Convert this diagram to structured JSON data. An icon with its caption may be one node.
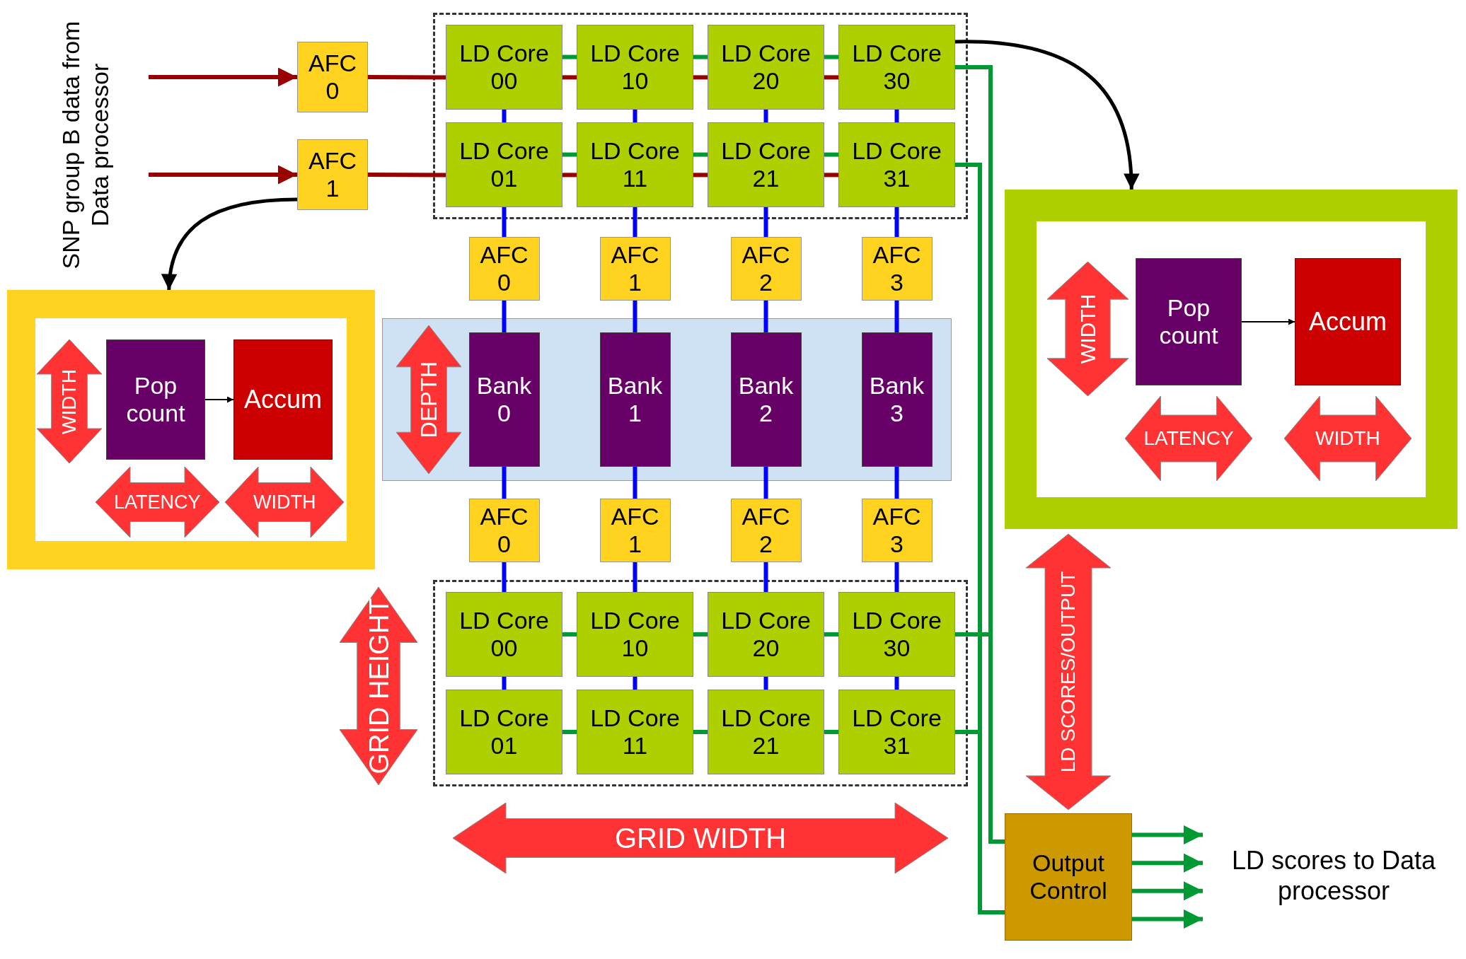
{
  "diagram": {
    "nodes": [
      {
        "text": [
          "AFC 0"
        ]
      },
      {
        "text": [
          "AFC 1"
        ]
      },
      {
        "text": [],
        "shape": "box"
      },
      {
        "text": [
          "LD Core 00"
        ],
        "in": 2
      },
      {
        "text": [
          "LD Core 10"
        ],
        "in": 2
      },
      {
        "text": [
          "LD Core 20"
        ],
        "in": 2
      },
      {
        "text": [
          "LD Core 30"
        ],
        "in": 2
      },
      {
        "text": [
          "LD Core 01"
        ],
        "in": 2
      },
      {
        "text": [
          "LD Core 11"
        ],
        "in": 2
      },
      {
        "text": [
          "LD Core 21"
        ],
        "in": 2
      },
      {
        "text": [
          "LD Core 31"
        ],
        "in": 2
      },
      {
        "text": [
          "AFC 0"
        ]
      },
      {
        "text": [
          "AFC 1"
        ]
      },
      {
        "text": [
          "AFC 2"
        ]
      },
      {
        "text": [
          "AFC 3"
        ]
      },
      {
        "text": [],
        "shape": "box"
      },
      {
        "text": [
          "Bank 0"
        ],
        "in": 15
      },
      {
        "text": [
          "Bank 1"
        ],
        "in": 15
      },
      {
        "text": [
          "Bank 2"
        ],
        "in": 15
      },
      {
        "text": [
          "Bank 3"
        ],
        "in": 15
      },
      {
        "text": [
          "AFC 0"
        ]
      },
      {
        "text": [
          "AFC 1"
        ]
      },
      {
        "text": [
          "AFC 2"
        ]
      },
      {
        "text": [
          "AFC 3"
        ]
      },
      {
        "text": [],
        "shape": "box"
      },
      {
        "text": [
          "LD Core 00"
        ],
        "in": 24
      },
      {
        "text": [
          "LD Core 10"
        ],
        "in": 24
      },
      {
        "text": [
          "LD Core 20"
        ],
        "in": 24
      },
      {
        "text": [
          "LD Core 30"
        ],
        "in": 24
      },
      {
        "text": [
          "LD Core 01"
        ],
        "in": 24
      },
      {
        "text": [
          "LD Core 11"
        ],
        "in": 24
      },
      {
        "text": [
          "LD Core 21"
        ],
        "in": 24
      },
      {
        "text": [
          "LD Core 31"
        ],
        "in": 24
      },
      {
        "text": [
          "Output Control"
        ]
      },
      {
        "text": [],
        "shape": "box"
      },
      {
        "text": [
          "Pop count"
        ],
        "in": 34
      },
      {
        "text": [
          "Accum"
        ],
        "in": 34
      },
      {
        "text": [],
        "shape": "box"
      },
      {
        "text": [
          "Pop count"
        ],
        "in": 37
      },
      {
        "text": [
          "Accum"
        ],
        "in": 37
      }
    ],
    "edges": [
      {
        "from": null,
        "to": 0,
        "arrow": "to",
        "color": "#990000"
      },
      {
        "from": null,
        "to": 1,
        "arrow": "to",
        "color": "#990000"
      },
      {
        "from": 0,
        "to": 3,
        "arrow": "none",
        "color": "#990000"
      },
      {
        "from": 1,
        "to": 7,
        "arrow": "none",
        "color": "#990000"
      },
      {
        "from": 3,
        "to": 4,
        "arrow": "none",
        "color": "#009933"
      },
      {
        "from": 3,
        "to": 4,
        "arrow": "none",
        "color": "#990000"
      },
      {
        "from": 4,
        "to": 5,
        "arrow": "none",
        "color": "#009933"
      },
      {
        "from": 4,
        "to": 5,
        "arrow": "none",
        "color": "#990000"
      },
      {
        "from": 5,
        "to": 6,
        "arrow": "none",
        "color": "#009933"
      },
      {
        "from": 5,
        "to": 6,
        "arrow": "none",
        "color": "#990000"
      },
      {
        "from": 7,
        "to": 8,
        "arrow": "none",
        "color": "#009933"
      },
      {
        "from": 7,
        "to": 8,
        "arrow": "none",
        "color": "#990000"
      },
      {
        "from": 8,
        "to": 9,
        "arrow": "none",
        "color": "#009933"
      },
      {
        "from": 8,
        "to": 9,
        "arrow": "none",
        "color": "#990000"
      },
      {
        "from": 9,
        "to": 10,
        "arrow": "none",
        "color": "#009933"
      },
      {
        "from": 9,
        "to": 10,
        "arrow": "none",
        "color": "#990000"
      },
      {
        "from": 3,
        "to": 7,
        "arrow": "none"
      },
      {
        "from": 4,
        "to": 8,
        "arrow": "none"
      },
      {
        "from": 5,
        "to": 9,
        "arrow": "none"
      },
      {
        "from": 6,
        "to": 10,
        "arrow": "none"
      },
      {
        "from": 7,
        "to": 11,
        "arrow": "none"
      },
      {
        "from": 8,
        "to": 12,
        "arrow": "none"
      },
      {
        "from": 9,
        "to": 13,
        "arrow": "none"
      },
      {
        "from": 10,
        "to": 14,
        "arrow": "none"
      },
      {
        "from": 11,
        "to": 16,
        "arrow": "none"
      },
      {
        "from": 12,
        "to": 17,
        "arrow": "none"
      },
      {
        "from": 13,
        "to": 18,
        "arrow": "none"
      },
      {
        "from": 14,
        "to": 19,
        "arrow": "none"
      },
      {
        "from": 16,
        "to": 20,
        "arrow": "none"
      },
      {
        "from": 17,
        "to": 21,
        "arrow": "none"
      },
      {
        "from": 18,
        "to": 22,
        "arrow": "none"
      },
      {
        "from": 19,
        "to": 23,
        "arrow": "none"
      },
      {
        "from": 20,
        "to": 25,
        "arrow": "none"
      },
      {
        "from": 21,
        "to": 26,
        "arrow": "none"
      },
      {
        "from": 22,
        "to": 27,
        "arrow": "none"
      },
      {
        "from": 23,
        "to": 28,
        "arrow": "none"
      },
      {
        "from": 25,
        "to": 29,
        "arrow": "none"
      },
      {
        "from": 26,
        "to": 30,
        "arrow": "none"
      },
      {
        "from": 27,
        "to": 31,
        "arrow": "none"
      },
      {
        "from": 28,
        "to": 32,
        "arrow": "none"
      },
      {
        "from": 25,
        "to": 26,
        "arrow": "none",
        "color": "#009933"
      },
      {
        "from": 26,
        "to": 27,
        "arrow": "none",
        "color": "#009933"
      },
      {
        "from": 27,
        "to": 28,
        "arrow": "none",
        "color": "#009933"
      },
      {
        "from": 29,
        "to": 30,
        "arrow": "none",
        "color": "#009933"
      },
      {
        "from": 30,
        "to": 31,
        "arrow": "none",
        "color": "#009933"
      },
      {
        "from": 31,
        "to": 32,
        "arrow": "none",
        "color": "#009933"
      },
      {
        "from": 6,
        "to": 33,
        "arrow": "none",
        "color": "#009933"
      },
      {
        "from": 10,
        "to": 33,
        "arrow": "none",
        "color": "#009933"
      },
      {
        "from": 28,
        "to": 33,
        "arrow": "none",
        "color": "#009933"
      },
      {
        "from": 32,
        "to": 33,
        "arrow": "none",
        "color": "#009933"
      },
      {
        "from": 33,
        "to": null,
        "arrow": "to",
        "color": "#009933"
      },
      {
        "from": 33,
        "to": null,
        "arrow": "to",
        "color": "#009933"
      },
      {
        "from": 33,
        "to": null,
        "arrow": "to",
        "color": "#009933"
      },
      {
        "from": 33,
        "to": null,
        "arrow": "to",
        "color": "#009933"
      },
      {
        "from": 6,
        "to": 37,
        "arrow": "to",
        "color": "#000000"
      },
      {
        "from": 1,
        "to": 34,
        "arrow": "to",
        "color": "#000000"
      },
      {
        "from": 35,
        "to": 36,
        "arrow": "to",
        "color": "#000000"
      },
      {
        "from": 38,
        "to": 39,
        "arrow": "to",
        "color": "#000000"
      }
    ],
    "labels": [
      "SNP group B data from Data processor",
      "WIDTH",
      "LATENCY",
      "WIDTH",
      "WIDTH",
      "LATENCY",
      "WIDTH",
      "DEPTH",
      "LD SCORES/OUTPUT",
      "GRID HEIGHT",
      "LD scores to Data processor",
      "GRID WIDTH"
    ]
  }
}
